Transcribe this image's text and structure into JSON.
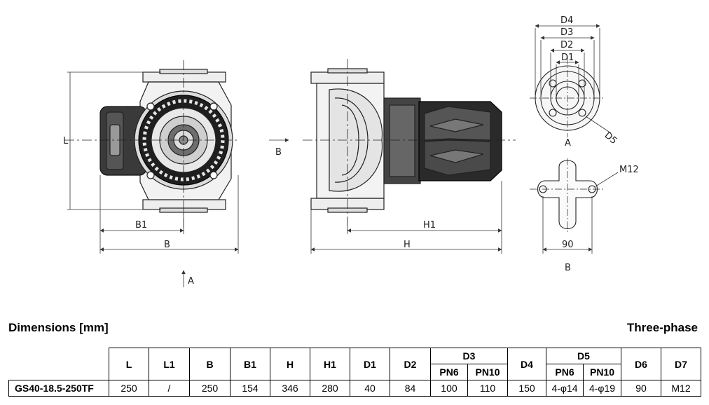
{
  "drawing": {
    "labels": {
      "L": "L",
      "B1": "B1",
      "B": "B",
      "A_arrow": "A",
      "B_arrow": "B",
      "H1": "H1",
      "H": "H",
      "D4": "D4",
      "D3": "D3",
      "D2": "D2",
      "D1": "D1",
      "D5": "D5",
      "A_view": "A",
      "M12": "M12",
      "dim90": "90",
      "B_view": "B"
    }
  },
  "section": {
    "title": "Dimensions [mm]",
    "phase": "Three-phase"
  },
  "table": {
    "headers": {
      "L": "L",
      "L1": "L1",
      "B": "B",
      "B1": "B1",
      "H": "H",
      "H1": "H1",
      "D1": "D1",
      "D2": "D2",
      "D3": "D3",
      "D3_PN6": "PN6",
      "D3_PN10": "PN10",
      "D4": "D4",
      "D5": "D5",
      "D5_PN6": "PN6",
      "D5_PN10": "PN10",
      "D6": "D6",
      "D7": "D7"
    },
    "row": {
      "model": "GS40-18.5-250TF",
      "L": "250",
      "L1": "/",
      "B": "250",
      "B1": "154",
      "H": "346",
      "H1": "280",
      "D1": "40",
      "D2": "84",
      "D3_PN6": "100",
      "D3_PN10": "110",
      "D4": "150",
      "D5_PN6": "4-φ14",
      "D5_PN10": "4-φ19",
      "D6": "90",
      "D7": "M12"
    }
  }
}
